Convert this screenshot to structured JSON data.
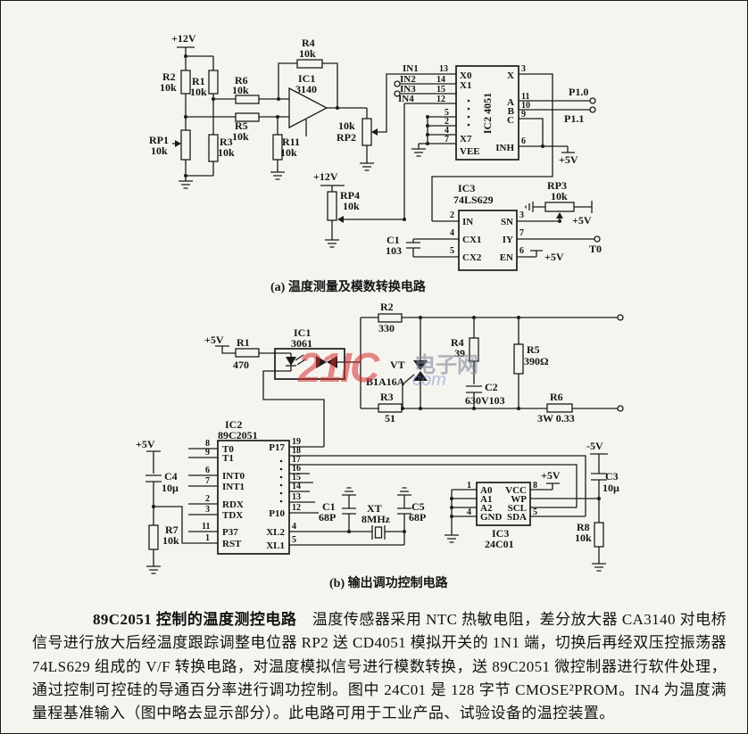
{
  "captions": {
    "a": "(a) 温度测量及模数转换电路",
    "b": "(b) 输出调功控制电路"
  },
  "watermark": {
    "part1": "21IC",
    "part2": "电子网",
    "part3": "com"
  },
  "paragraph": {
    "title": "89C2051 控制的温度测控电路",
    "body": "　温度传感器采用 NTC 热敏电阻，差分放大器 CA3140 对电桥信号进行放大后经温度跟踪调整电位器 RP2 送 CD4051 模拟开关的 1N1 端，切换后再经双压控振荡器 74LS629 组成的 V/F 转换电路，对温度模拟信号进行模数转换，送 89C2051 微控制器进行软件处理，通过控制可控硅的导通百分率进行调功控制。图中 24C01 是 128 字节 CMOSE²PROM。IN4 为温度满量程基准输入（图中略去显示部分）。此电路可用于工业产品、试验设备的温控装置。"
  },
  "lbl": {
    "p12v": "+12V",
    "p5v": "+5V",
    "n5v": "-5V",
    "v10k": "10k",
    "r1": "R1",
    "r2": "R2",
    "r3": "R3",
    "r4": "R4",
    "r5": "R5",
    "r6": "R6",
    "r7": "R7",
    "r8": "R8",
    "r11": "R11",
    "rp1": "RP1",
    "rp2": "RP2",
    "rp3": "RP3",
    "rp4": "RP4",
    "ic1a": "IC1",
    "v3140": "3140",
    "v3061": "3061",
    "ic2rot": "IC2 4051",
    "ic2b": "IC2",
    "v89": "89C2051",
    "ic3": "IC3",
    "v629": "74LS629",
    "v24": "24C01",
    "x0": "X0",
    "x1": "X1",
    "x7": "X7",
    "vee": "VEE",
    "xo": "X",
    "a": "A",
    "b": "B",
    "c": "C",
    "inh": "INH",
    "in1": "IN1",
    "in2": "IN2",
    "in3": "IN3",
    "in4": "IN4",
    "p10t": "P1.0",
    "p11t": "P1.1",
    "inp": "IN",
    "cx1": "CX1",
    "cx2": "CX2",
    "sn": "SN",
    "iy": "IY",
    "en": "EN",
    "c1a": "C1",
    "v103": "103",
    "c2": "C2",
    "c2v": "630V103",
    "c3": "C3",
    "c4": "C4",
    "c5": "C5",
    "v10u": "10μ",
    "v68p": "68P",
    "xt": "XT",
    "v8m": "8MHz",
    "r1v": "470",
    "r2v": "330",
    "r3v": "51",
    "r4v": "39",
    "r5v": "390Ω",
    "r6v": "3W 0.33",
    "vt": "VT",
    "vtv": "B1A16A",
    "t0": "T0",
    "t1": "T1",
    "int0": "INT0",
    "int1": "INT1",
    "rdx": "RDX",
    "tdx": "TDX",
    "p37": "P37",
    "rst": "RST",
    "p17": "P17",
    "p10": "P10",
    "xl2": "XL2",
    "xl1": "XL1",
    "a0": "A0",
    "a1": "A1",
    "a2": "A2",
    "gndl": "GND",
    "vcc": "VCC",
    "wp": "WP",
    "scl": "SCL",
    "sda": "SDA",
    "n1": "1",
    "n2": "2",
    "n3": "3",
    "n4": "4",
    "n5": "5",
    "n6": "6",
    "n7": "7",
    "n8": "8",
    "n9": "9",
    "n10": "10",
    "n11": "11",
    "n12": "12",
    "n13": "13",
    "n14": "14",
    "n15": "15",
    "n16": "16",
    "n17": "17",
    "n18": "18",
    "n19": "19"
  }
}
